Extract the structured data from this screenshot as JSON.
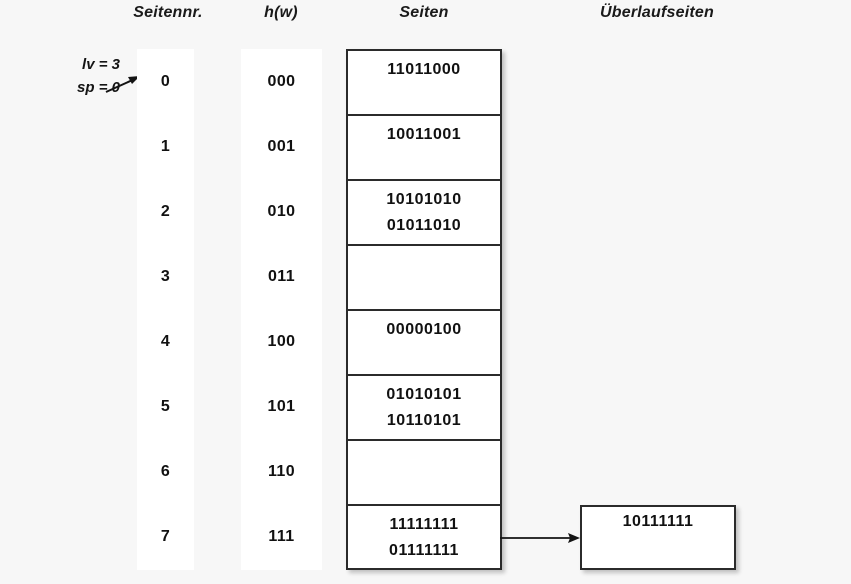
{
  "background_color": "#f7f7f7",
  "line_color": "#2b2b2b",
  "text_color": "#111111",
  "headers": {
    "seitennr": "Seitennr.",
    "hw": "h(w)",
    "seiten": "Seiten",
    "ueberlaufseiten": "Überlaufseiten"
  },
  "annotation": {
    "lv": "lv = 3",
    "sp": "sp = 0",
    "pointer_icon": "arrow-up-right-icon",
    "pointer_target_row": 0
  },
  "rows": [
    {
      "seitennr": "0",
      "hw": "000",
      "seiten": [
        "11011000"
      ]
    },
    {
      "seitennr": "1",
      "hw": "001",
      "seiten": [
        "10011001"
      ]
    },
    {
      "seitennr": "2",
      "hw": "010",
      "seiten": [
        "10101010",
        "01011010"
      ]
    },
    {
      "seitennr": "3",
      "hw": "011",
      "seiten": []
    },
    {
      "seitennr": "4",
      "hw": "100",
      "seiten": [
        "00000100"
      ]
    },
    {
      "seitennr": "5",
      "hw": "101",
      "seiten": [
        "01010101",
        "10110101"
      ]
    },
    {
      "seitennr": "6",
      "hw": "110",
      "seiten": []
    },
    {
      "seitennr": "7",
      "hw": "111",
      "seiten": [
        "11111111",
        "01111111"
      ]
    }
  ],
  "overflow": {
    "from_row": 7,
    "arrow_icon": "arrow-right-icon",
    "page": {
      "entries": [
        "10111111"
      ]
    }
  }
}
